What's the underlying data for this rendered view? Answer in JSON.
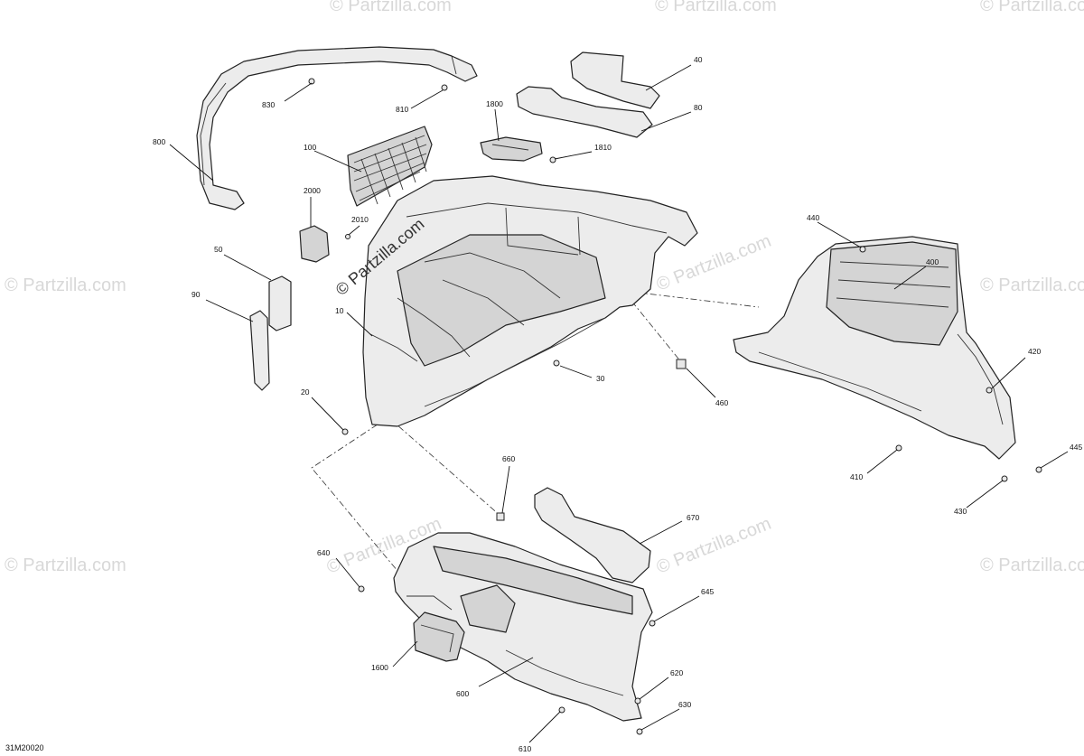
{
  "watermark": "© Partzilla.com",
  "watermark_main": "© Partzilla.com",
  "reference_code": "31M20020",
  "callouts": [
    "830",
    "810",
    "40",
    "80",
    "800",
    "1800",
    "1810",
    "100",
    "2000",
    "2010",
    "50",
    "90",
    "10",
    "440",
    "400",
    "30",
    "460",
    "420",
    "445",
    "20",
    "410",
    "430",
    "660",
    "670",
    "640",
    "645",
    "1600",
    "620",
    "600",
    "630",
    "610"
  ]
}
